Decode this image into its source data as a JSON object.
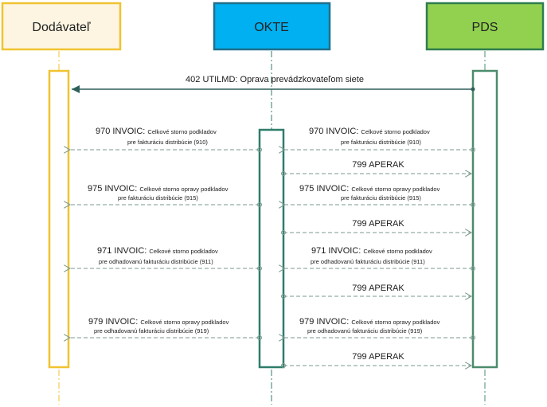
{
  "participants": {
    "supplier": {
      "label": "Dodávateľ",
      "color": "#F0C330",
      "fill": "#FDF5E2"
    },
    "okte": {
      "label": "OKTE",
      "color": "#1F6F8B",
      "fill": "#00B0F0"
    },
    "pds": {
      "label": "PDS",
      "color": "#2E7D4F",
      "fill": "#92D050"
    }
  },
  "lifeline_colors": {
    "supplier": "#F0C330",
    "okte": "#2E7D6B",
    "pds": "#4C8C6C"
  },
  "messages": {
    "m402": {
      "code": "402 UTILMD:",
      "text": "Oprava prevádzkovateľom siete"
    },
    "m970_left": {
      "code": "970 INVOIC:",
      "line1": "Celkové storno podkladov",
      "line2": "pre fakturáciu distribúcie (910)"
    },
    "m970_right": {
      "code": "970 INVOIC:",
      "line1": "Celkové storno podkladov",
      "line2": "pre fakturáciu distribúcie (910)"
    },
    "ap1": {
      "text": "799 APERAK"
    },
    "m975_left": {
      "code": "975 INVOIC:",
      "line1": "Celkové storno opravy podkladov",
      "line2": "pre fakturáciu distribúcie (915)"
    },
    "m975_right": {
      "code": "975 INVOIC:",
      "line1": "Celkové storno opravy podkladov",
      "line2": "pre fakturáciu distribúcie (915)"
    },
    "ap2": {
      "text": "799 APERAK"
    },
    "m971_left": {
      "code": "971 INVOIC:",
      "line1": "Celkové storno podkladov",
      "line2": "pre odhadovanú fakturáciu distribúcie (911)"
    },
    "m971_right": {
      "code": "971 INVOIC:",
      "line1": "Celkové storno podkladov",
      "line2": "pre odhadovanú fakturáciu distribúcie (911)"
    },
    "ap3": {
      "text": "799 APERAK"
    },
    "m979_left": {
      "code": "979 INVOIC:",
      "line1": "Celkové storno opravy podkladov",
      "line2": "pre odhadovanú fakturáciu distribúcie (919)"
    },
    "m979_right": {
      "code": "979 INVOIC:",
      "line1": "Celkové storno opravy podkladov",
      "line2": "pre odhadovanú fakturáciu distribúcie (919)"
    },
    "ap4": {
      "text": "799 APERAK"
    }
  }
}
